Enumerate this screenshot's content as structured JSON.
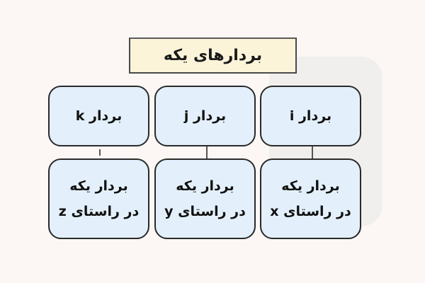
{
  "title": "بردارهای یکه",
  "colors": {
    "background": "#fcf7f4",
    "title_fill": "#fbf4d9",
    "node_fill": "#e3f0fb",
    "border": "#2a2a2a"
  },
  "columns": [
    {
      "position": "left",
      "top_label": "بردار k",
      "bottom_line1": "بردار یکه",
      "bottom_line2": "در راستای z"
    },
    {
      "position": "middle",
      "top_label": "بردار j",
      "bottom_line1": "بردار یکه",
      "bottom_line2": "در راستای y"
    },
    {
      "position": "right",
      "top_label": "بردار i",
      "bottom_line1": "بردار یکه",
      "bottom_line2": "در راستای x"
    }
  ]
}
